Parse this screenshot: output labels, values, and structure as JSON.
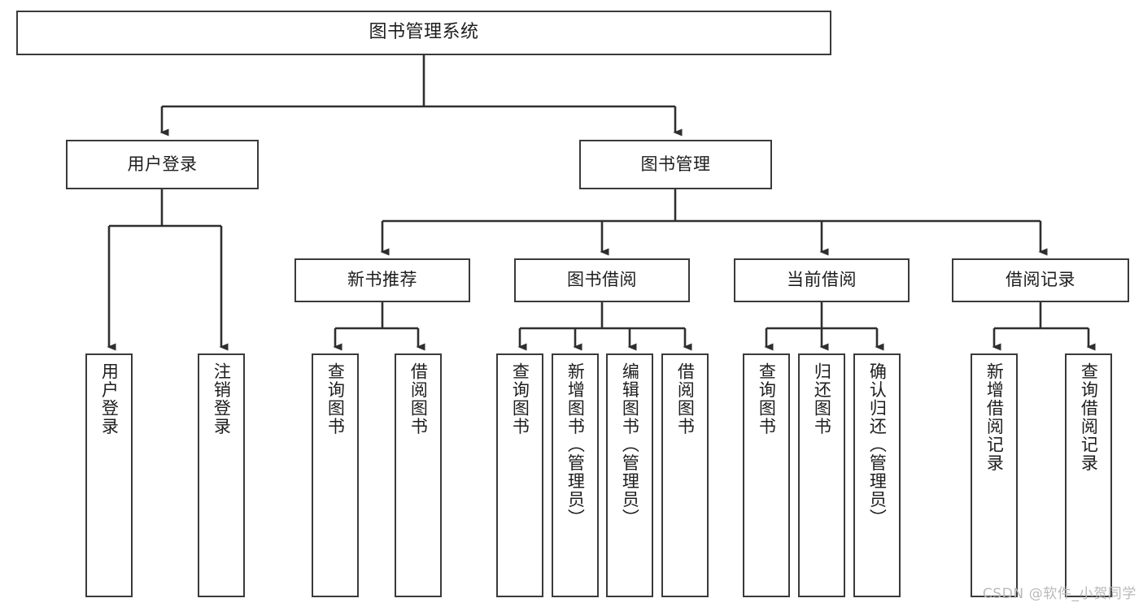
{
  "diagram": {
    "type": "tree",
    "title": "图书管理系统",
    "style": {
      "box_border": "#3a3a3a",
      "box_fill": "#ffffff",
      "edge_color": "#2f2f2f",
      "text_color": "#1d1d1d",
      "background": "#ffffff"
    },
    "nodes": {
      "root": {
        "label": "图书管理系统",
        "level": 0
      },
      "l1": [
        {
          "id": "user-login",
          "label": "用户登录",
          "level": 1
        },
        {
          "id": "book-manage",
          "label": "图书管理",
          "level": 1
        }
      ],
      "l2": [
        {
          "id": "new-book-rec",
          "label": "新书推荐",
          "level": 2,
          "parent": "book-manage"
        },
        {
          "id": "book-borrow",
          "label": "图书借阅",
          "level": 2,
          "parent": "book-manage"
        },
        {
          "id": "current-borrow",
          "label": "当前借阅",
          "level": 2,
          "parent": "book-manage"
        },
        {
          "id": "borrow-record",
          "label": "借阅记录",
          "level": 2,
          "parent": "book-manage"
        }
      ],
      "leaves": [
        {
          "id": "leaf-user-login",
          "label": "用户登录",
          "parent": "user-login"
        },
        {
          "id": "leaf-user-logout",
          "label": "注销登录",
          "parent": "user-login"
        },
        {
          "id": "leaf-rec-query",
          "label": "查询图书",
          "parent": "new-book-rec"
        },
        {
          "id": "leaf-rec-borrow",
          "label": "借阅图书",
          "parent": "new-book-rec"
        },
        {
          "id": "leaf-borrow-query",
          "label": "查询图书",
          "parent": "book-borrow"
        },
        {
          "id": "leaf-borrow-add",
          "label": "新增图书（管理员）",
          "parent": "book-borrow"
        },
        {
          "id": "leaf-borrow-edit",
          "label": "编辑图书（管理员）",
          "parent": "book-borrow"
        },
        {
          "id": "leaf-borrow-lend",
          "label": "借阅图书",
          "parent": "book-borrow"
        },
        {
          "id": "leaf-cur-query",
          "label": "查询图书",
          "parent": "current-borrow"
        },
        {
          "id": "leaf-cur-return",
          "label": "归还图书",
          "parent": "current-borrow"
        },
        {
          "id": "leaf-cur-confirm",
          "label": "确认归还（管理员）",
          "parent": "current-borrow"
        },
        {
          "id": "leaf-rec-add",
          "label": "新增借阅记录",
          "parent": "borrow-record"
        },
        {
          "id": "leaf-rec-search",
          "label": "查询借阅记录",
          "parent": "borrow-record"
        }
      ]
    }
  },
  "watermark": {
    "text": "CSDN @软件_小贺同学"
  }
}
